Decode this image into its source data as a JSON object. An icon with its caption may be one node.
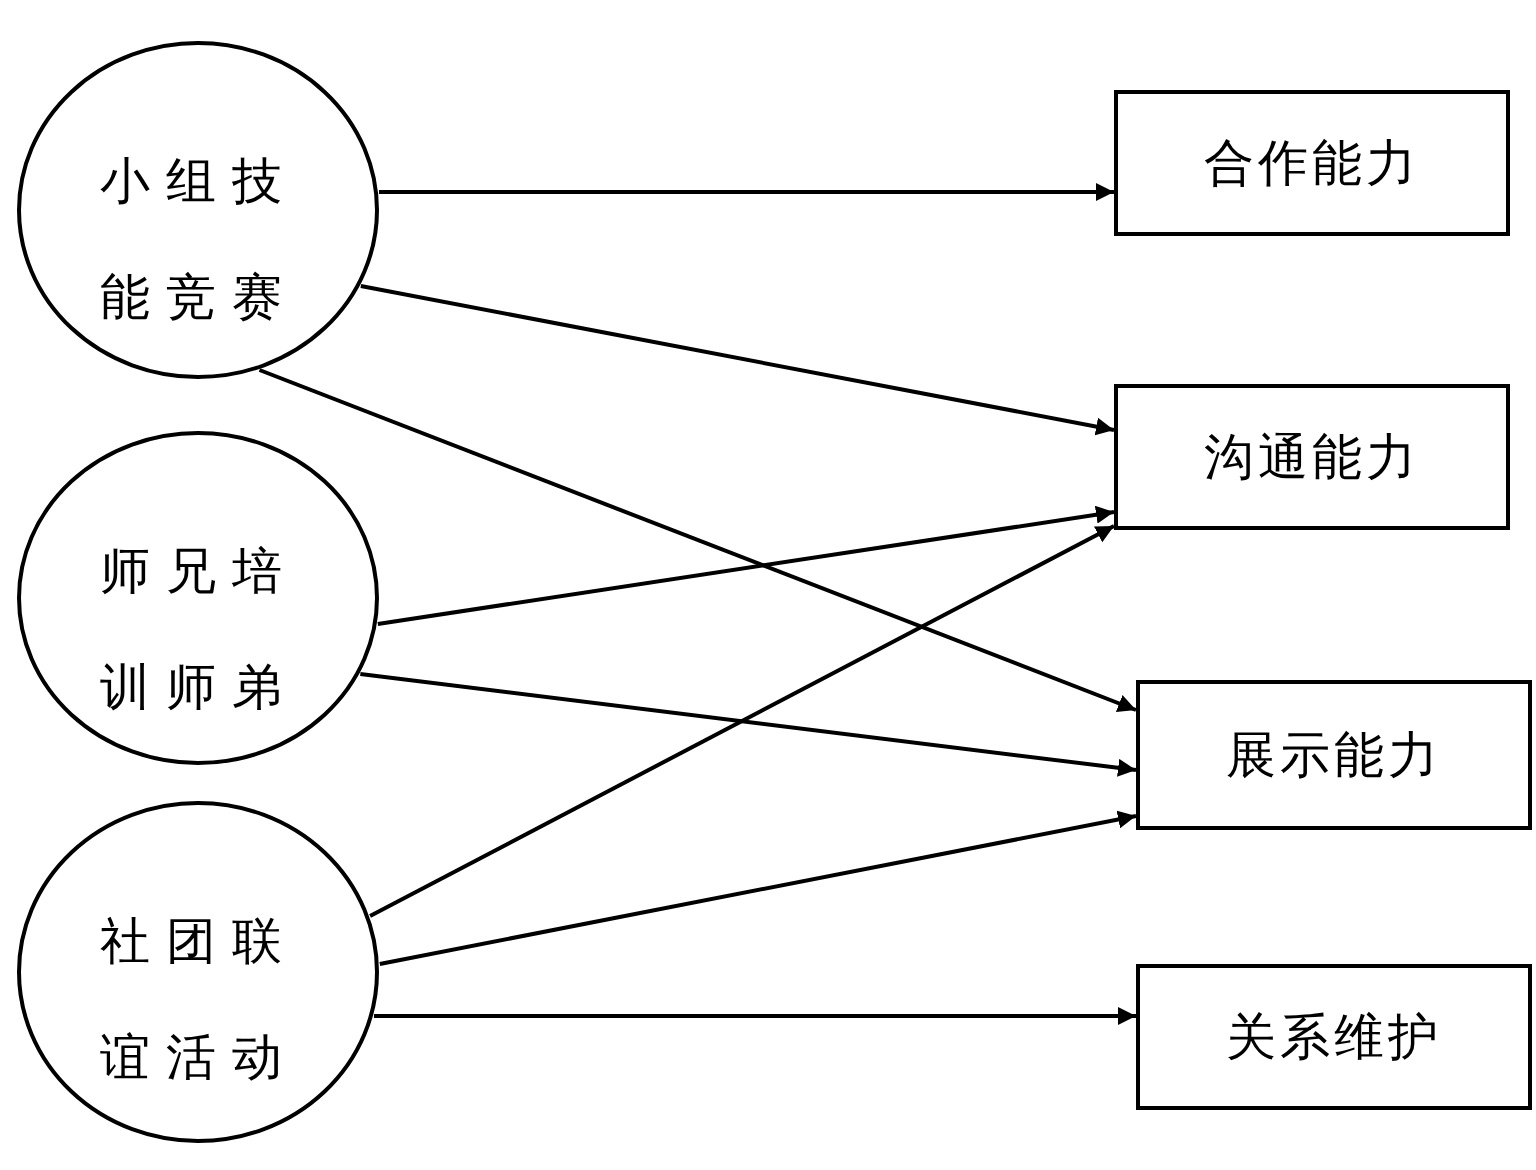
{
  "diagram": {
    "nodes": [
      {
        "text": [
          "小组技能竞赛"
        ]
      },
      {
        "text": [
          "师兄培训师弟"
        ]
      },
      {
        "text": [
          "社团联谊活动"
        ]
      },
      {
        "text": [
          "合作能力"
        ]
      },
      {
        "text": [
          "沟通能力"
        ]
      },
      {
        "text": [
          "展示能力"
        ]
      },
      {
        "text": [
          "关系维护"
        ]
      }
    ],
    "edges": [
      {
        "from": 0,
        "to": 3,
        "arrow": "to"
      },
      {
        "from": 0,
        "to": 4,
        "arrow": "to"
      },
      {
        "from": 0,
        "to": 5,
        "arrow": "to"
      },
      {
        "from": 1,
        "to": 4,
        "arrow": "to"
      },
      {
        "from": 1,
        "to": 5,
        "arrow": "to"
      },
      {
        "from": 2,
        "to": 4,
        "arrow": "to"
      },
      {
        "from": 2,
        "to": 5,
        "arrow": "to"
      },
      {
        "from": 2,
        "to": 6,
        "arrow": "to"
      }
    ]
  }
}
